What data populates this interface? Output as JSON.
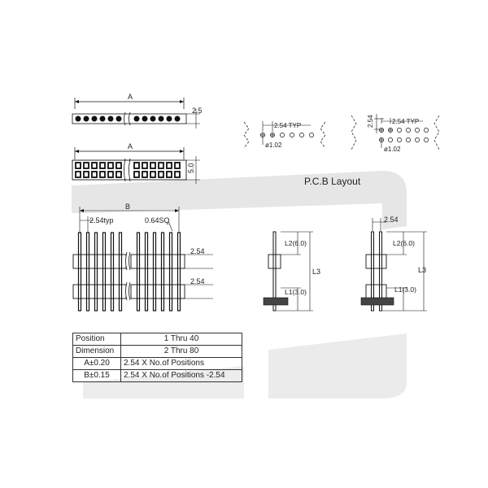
{
  "labels": {
    "top_a": "A",
    "dim_2_5": "2.5",
    "mid_a": "A",
    "dim_5_0": "5.0",
    "pcb_single_pitch": "2.54  TYP",
    "pcb_single_hole": "ø1.02",
    "pcb_double_pitch_left": "2.54",
    "pcb_double_pitch": "2.54  TYP",
    "pcb_double_hole": "ø1.02",
    "pcb_layout_title": "P.C.B Layout",
    "front_b": "B",
    "front_pitch": "2.54typ",
    "front_pin_sq": "0.64SQ",
    "front_row_1": "2.54",
    "front_row_2": "2.54",
    "side1_l2": "L2(6.0)",
    "side1_l3": "L3",
    "side1_l1": "L1(3.0)",
    "side2_pitch": "2.54",
    "side2_l2": "L2(6.0)",
    "side2_l3": "L3",
    "side2_l1": "L1(3.0)"
  },
  "table": {
    "rows": [
      {
        "label": "Position",
        "value": "1 Thru  40"
      },
      {
        "label": "Dimension",
        "value": "2  Thru  80"
      },
      {
        "label": "A±0.20",
        "value": "2.54 X No.of Positions"
      },
      {
        "label": "B±0.15",
        "value": "2.54 X No.of Positions -2.54"
      }
    ]
  },
  "colors": {
    "line": "#111111",
    "watermark": "#e6e6e6",
    "pin_fill": "#222222"
  }
}
